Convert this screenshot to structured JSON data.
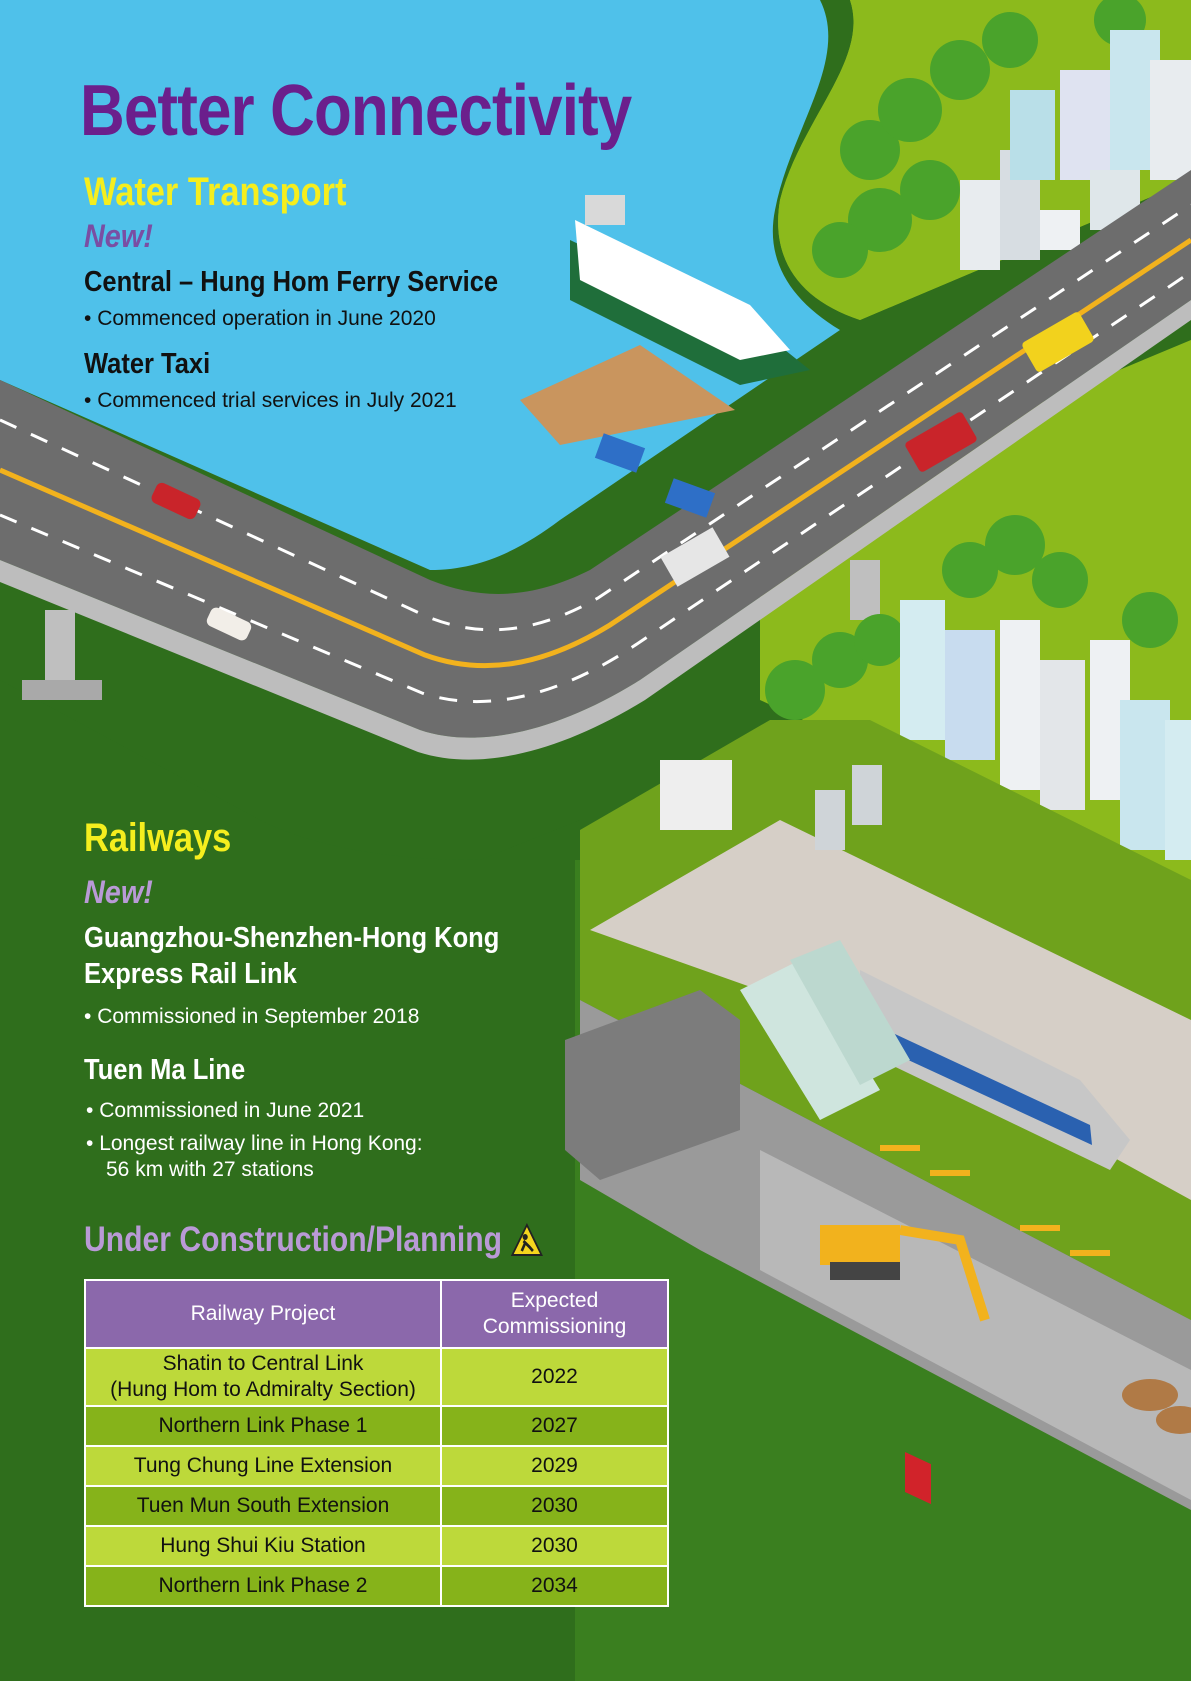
{
  "title": "Better Connectivity",
  "water": {
    "heading": "Water Transport",
    "new_tag": "New!",
    "items": [
      {
        "title": "Central – Hung Hom Ferry Service",
        "bullets": [
          "Commenced operation in June 2020"
        ]
      },
      {
        "title": "Water Taxi",
        "bullets": [
          "Commenced trial services in July 2021"
        ]
      }
    ]
  },
  "railways": {
    "heading": "Railways",
    "new_tag": "New!",
    "items": [
      {
        "title_lines": [
          "Guangzhou-Shenzhen-Hong Kong",
          "Express Rail Link"
        ],
        "bullets": [
          "Commissioned in September 2018"
        ]
      },
      {
        "title": "Tuen Ma Line",
        "bullets": [
          "Commissioned in June 2021",
          "Longest railway line in Hong Kong:",
          "56 km with 27 stations"
        ]
      }
    ]
  },
  "construction": {
    "heading": "Under Construction/Planning",
    "icon": "construction-warning-icon",
    "table": {
      "headers": [
        "Railway Project",
        "Expected Commissioning"
      ],
      "rows": [
        {
          "project_lines": [
            "Shatin to Central Link",
            "(Hung Hom to Admiralty Section)"
          ],
          "year": "2022"
        },
        {
          "project": "Northern Link Phase 1",
          "year": "2027"
        },
        {
          "project": "Tung Chung Line Extension",
          "year": "2029"
        },
        {
          "project": "Tuen Mun South Extension",
          "year": "2030"
        },
        {
          "project": "Hung Shui Kiu Station",
          "year": "2030"
        },
        {
          "project": "Northern Link Phase 2",
          "year": "2034"
        }
      ]
    }
  },
  "colors": {
    "sky": "#4fc1ea",
    "grass_light": "#8cba1c",
    "grass_dark": "#2f6e1c",
    "title_purple": "#6b1f8c",
    "heading_yellow": "#f5ee1e",
    "table_header": "#8b68ab"
  }
}
